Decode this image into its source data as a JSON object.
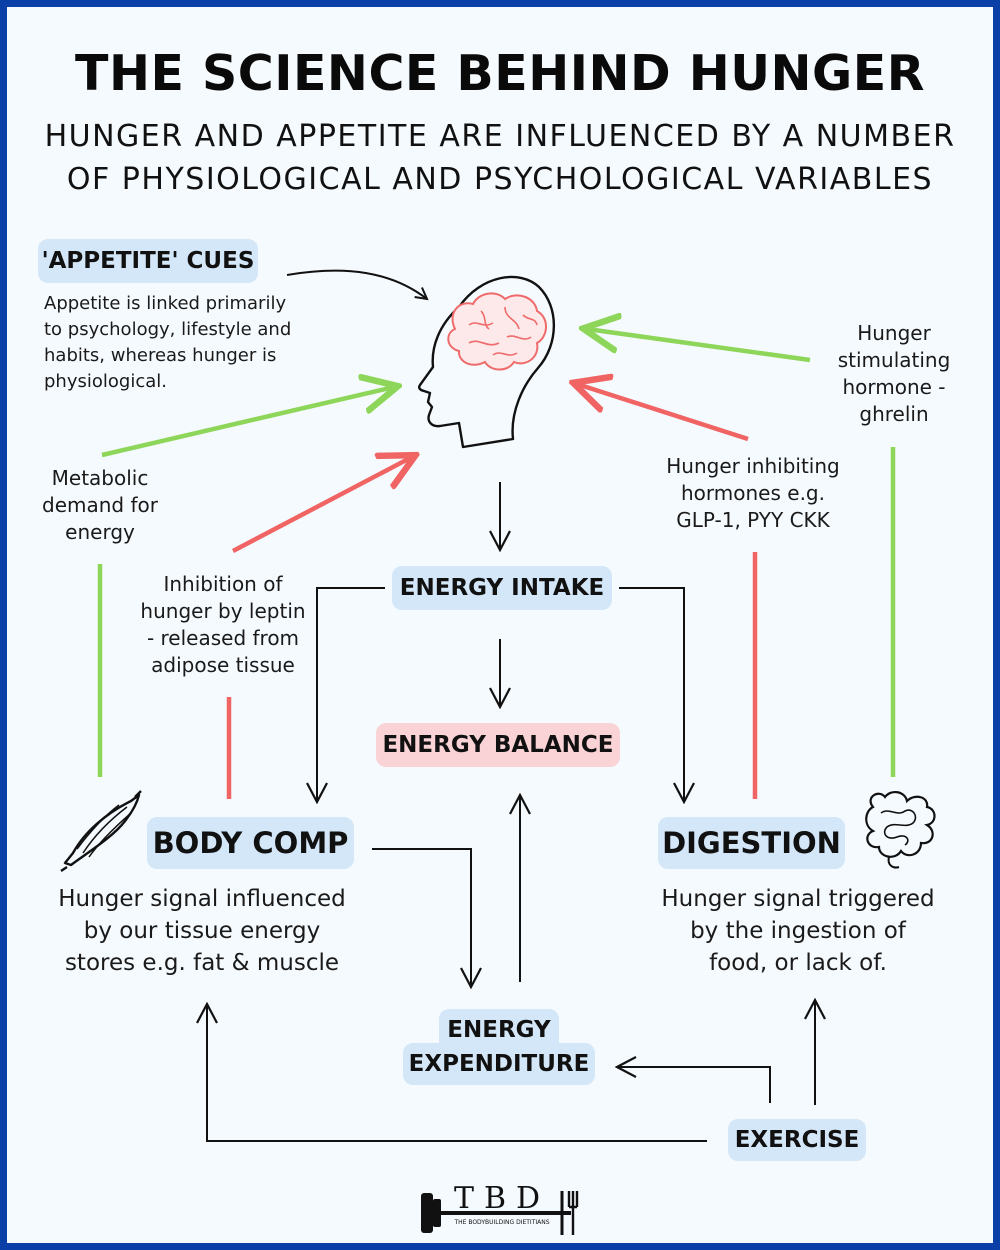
{
  "title": "THE SCIENCE BEHIND HUNGER",
  "subtitle_line1": "HUNGER AND APPETITE ARE INFLUENCED BY A NUMBER",
  "subtitle_line2": "OF PHYSIOLOGICAL AND PSYCHOLOGICAL VARIABLES",
  "appetite_cues": {
    "label": "'APPETITE' CUES",
    "desc": [
      "Appetite is linked primarily",
      "to psychology, lifestyle and",
      "habits, whereas hunger is",
      "physiological."
    ]
  },
  "metabolic": [
    "Metabolic",
    "demand for",
    "energy"
  ],
  "leptin": [
    "Inhibition of",
    "hunger by leptin",
    "- released from",
    "adipose tissue"
  ],
  "inhibiting": [
    "Hunger inhibiting",
    "hormones e.g.",
    "GLP-1, PYY CKK"
  ],
  "ghrelin": [
    "Hunger",
    "stimulating",
    "hormone -",
    "ghrelin"
  ],
  "energy_intake": "ENERGY INTAKE",
  "energy_balance": "ENERGY BALANCE",
  "body_comp": {
    "label": "BODY COMP",
    "desc": [
      "Hunger signal influenced",
      "by our tissue energy",
      "stores e.g. fat & muscle"
    ]
  },
  "digestion": {
    "label": "DIGESTION",
    "desc": [
      "Hunger signal triggered",
      "by the ingestion of",
      "food, or lack of."
    ]
  },
  "energy_expenditure": [
    "ENERGY",
    "EXPENDITURE"
  ],
  "exercise": "EXERCISE",
  "logo": {
    "letters": "TBD",
    "tagline": "THE BODYBUILDING DIETITIANS"
  },
  "colors": {
    "border": "#0b3fa8",
    "pill_blue": "#d4e7f8",
    "pill_pink": "#f9d3d6",
    "green_arrow": "#8dd65a",
    "red_arrow": "#f06464",
    "brain": "#ef6b6b"
  }
}
